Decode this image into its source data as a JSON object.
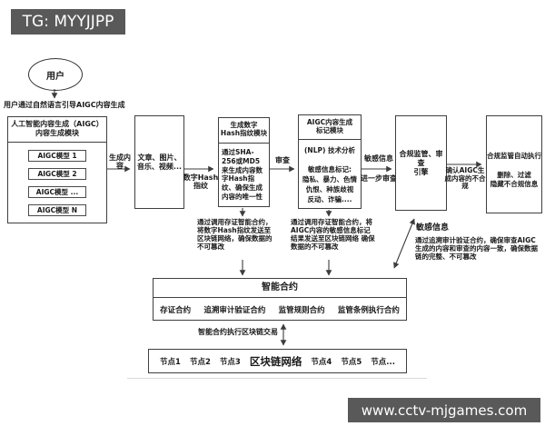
{
  "colors": {
    "badge_bg": "#595959",
    "badge_text": "#ffffff",
    "line": "#3c3c3c",
    "text": "#1a1a1a"
  },
  "header": {
    "telegram_badge": "TG: MYYJJPP"
  },
  "footer": {
    "website_badge": "www.cctv-mjgames.com"
  },
  "flow": {
    "user": "用户",
    "user_caption": "用户通过自然语言引导AIGC内容生成",
    "aigc_module": {
      "title_line1": "人工智能内容生成（AIGC）",
      "title_line2": "内容生成模块",
      "models": [
        "AIGC模型 1",
        "AIGC模型 2",
        "AIGC模型 ...",
        "AIGC模型 N"
      ]
    },
    "labels": {
      "generate_content": "生成内容",
      "digital_hash": "数字Hash指纹",
      "review": "审查",
      "sensitive_info": "敏感信息",
      "further_review": "进一步审查",
      "confirm_noncompliant": "确认AIGC生成内容的不合规",
      "contract_tx": "智能合约执行区块链交易"
    },
    "content_box": "文章、图片、音乐、视频...",
    "hash_module": {
      "title_line1": "生成数字",
      "title_line2": "Hash指纹模块",
      "body": "通过SHA-256或MD5 来生成内容数字Hash指纹、确保生成内容的唯一性"
    },
    "marking_module": {
      "title_line1": "AIGC内容生成",
      "title_line2": "标记模块",
      "nlp_line": "(NLP) 技术分析",
      "mark_label": "敏感信息标记:",
      "mark_line1": "隐私、暴力、色情",
      "mark_line2": "仇恨、种族歧视",
      "mark_line3": "反动、诈骗...."
    },
    "engine_box": {
      "line1": "合规监管、审查",
      "line2": "引擎"
    },
    "enforce_box": {
      "line1": "合规监管自动执行",
      "line2": "删除、过滤",
      "line3": "隐藏不合规信息"
    },
    "store_note_left": "通过调用存证智能合约，将数字Hash指纹发送至区块链网络，确保数据的不可篡改",
    "store_note_right": "通过调用存证智能合约，将AIGC内容的敏感信息标记结果发送至区块链网络 确保数据的不可篡改",
    "audit_note": {
      "title": "敏感信息",
      "body": "通过追溯审计验证合约，确保审查AIGC生成的内容和审查的内容一致，确保数据链的完整、不可篡改"
    },
    "contract_box": {
      "title": "智能合约",
      "items": [
        "存证合约",
        "追溯审计验证合约",
        "监管规则合约",
        "监管条例执行合约"
      ]
    },
    "blockchain_box": {
      "nodes_left": [
        "节点1",
        "节点2",
        "节点3"
      ],
      "title": "区块链网络",
      "nodes_right": [
        "节点4",
        "节点5",
        "节点..."
      ]
    }
  }
}
